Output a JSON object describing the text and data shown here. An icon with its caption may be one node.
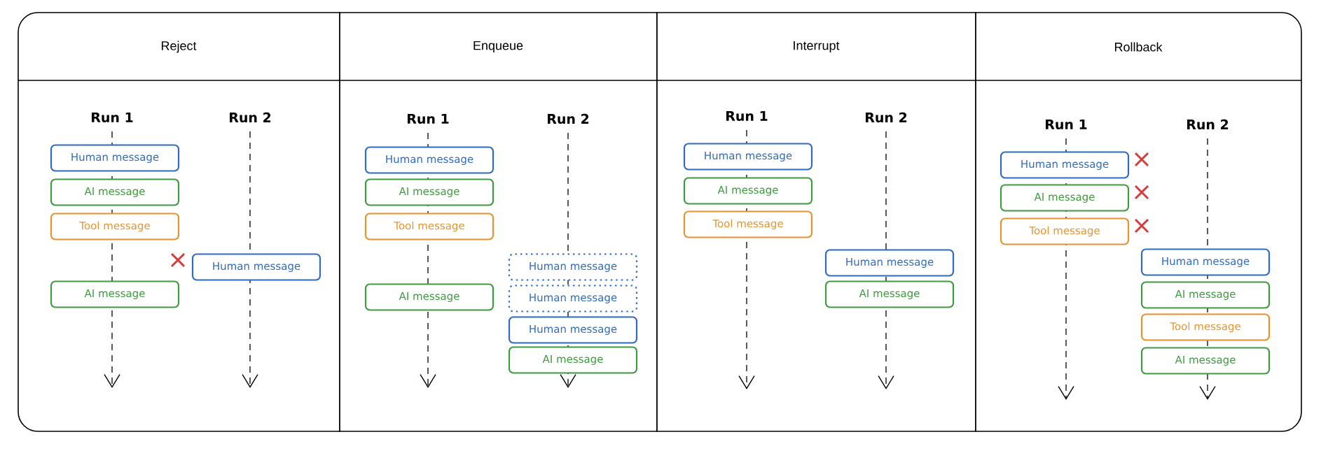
{
  "diagram": {
    "nodes": [
      {
        "text": [
          "Reject"
        ]
      },
      {
        "text": [
          "Human message"
        ],
        "in": 0
      },
      {
        "text": [
          "AI message"
        ],
        "in": 0
      },
      {
        "text": [
          "Tool message"
        ],
        "in": 0
      },
      {
        "text": [
          "Human message"
        ],
        "in": 0
      },
      {
        "text": [
          "AI message"
        ],
        "in": 0
      },
      {
        "text": [
          "Enqueue"
        ]
      },
      {
        "text": [
          "Human message"
        ],
        "in": 6
      },
      {
        "text": [
          "AI message"
        ],
        "in": 6
      },
      {
        "text": [
          "Tool message"
        ],
        "in": 6
      },
      {
        "text": [
          "AI message"
        ],
        "in": 6
      },
      {
        "text": [
          "Human message"
        ],
        "in": 6
      },
      {
        "text": [
          "Human message"
        ],
        "in": 6
      },
      {
        "text": [
          "Human message"
        ],
        "in": 6
      },
      {
        "text": [
          "AI message"
        ],
        "in": 6
      },
      {
        "text": [
          "Interrupt"
        ]
      },
      {
        "text": [
          "Human message"
        ],
        "in": 15
      },
      {
        "text": [
          "AI message"
        ],
        "in": 15
      },
      {
        "text": [
          "Tool message"
        ],
        "in": 15
      },
      {
        "text": [
          "Human message"
        ],
        "in": 15
      },
      {
        "text": [
          "AI message"
        ],
        "in": 15
      },
      {
        "text": [
          "Rollback"
        ]
      },
      {
        "text": [
          "Human message"
        ],
        "in": 21
      },
      {
        "text": [
          "AI message"
        ],
        "in": 21
      },
      {
        "text": [
          "Tool message"
        ],
        "in": 21
      },
      {
        "text": [
          "Human message"
        ],
        "in": 21
      },
      {
        "text": [
          "AI message"
        ],
        "in": 21
      },
      {
        "text": [
          "Tool message"
        ],
        "in": 21
      },
      {
        "text": [
          "AI message"
        ],
        "in": 21
      }
    ],
    "labels": [
      "Run 1",
      "Run 2",
      "Run 1",
      "Run 2",
      "Run 1",
      "Run 2",
      "Run 1",
      "Run 2"
    ]
  }
}
